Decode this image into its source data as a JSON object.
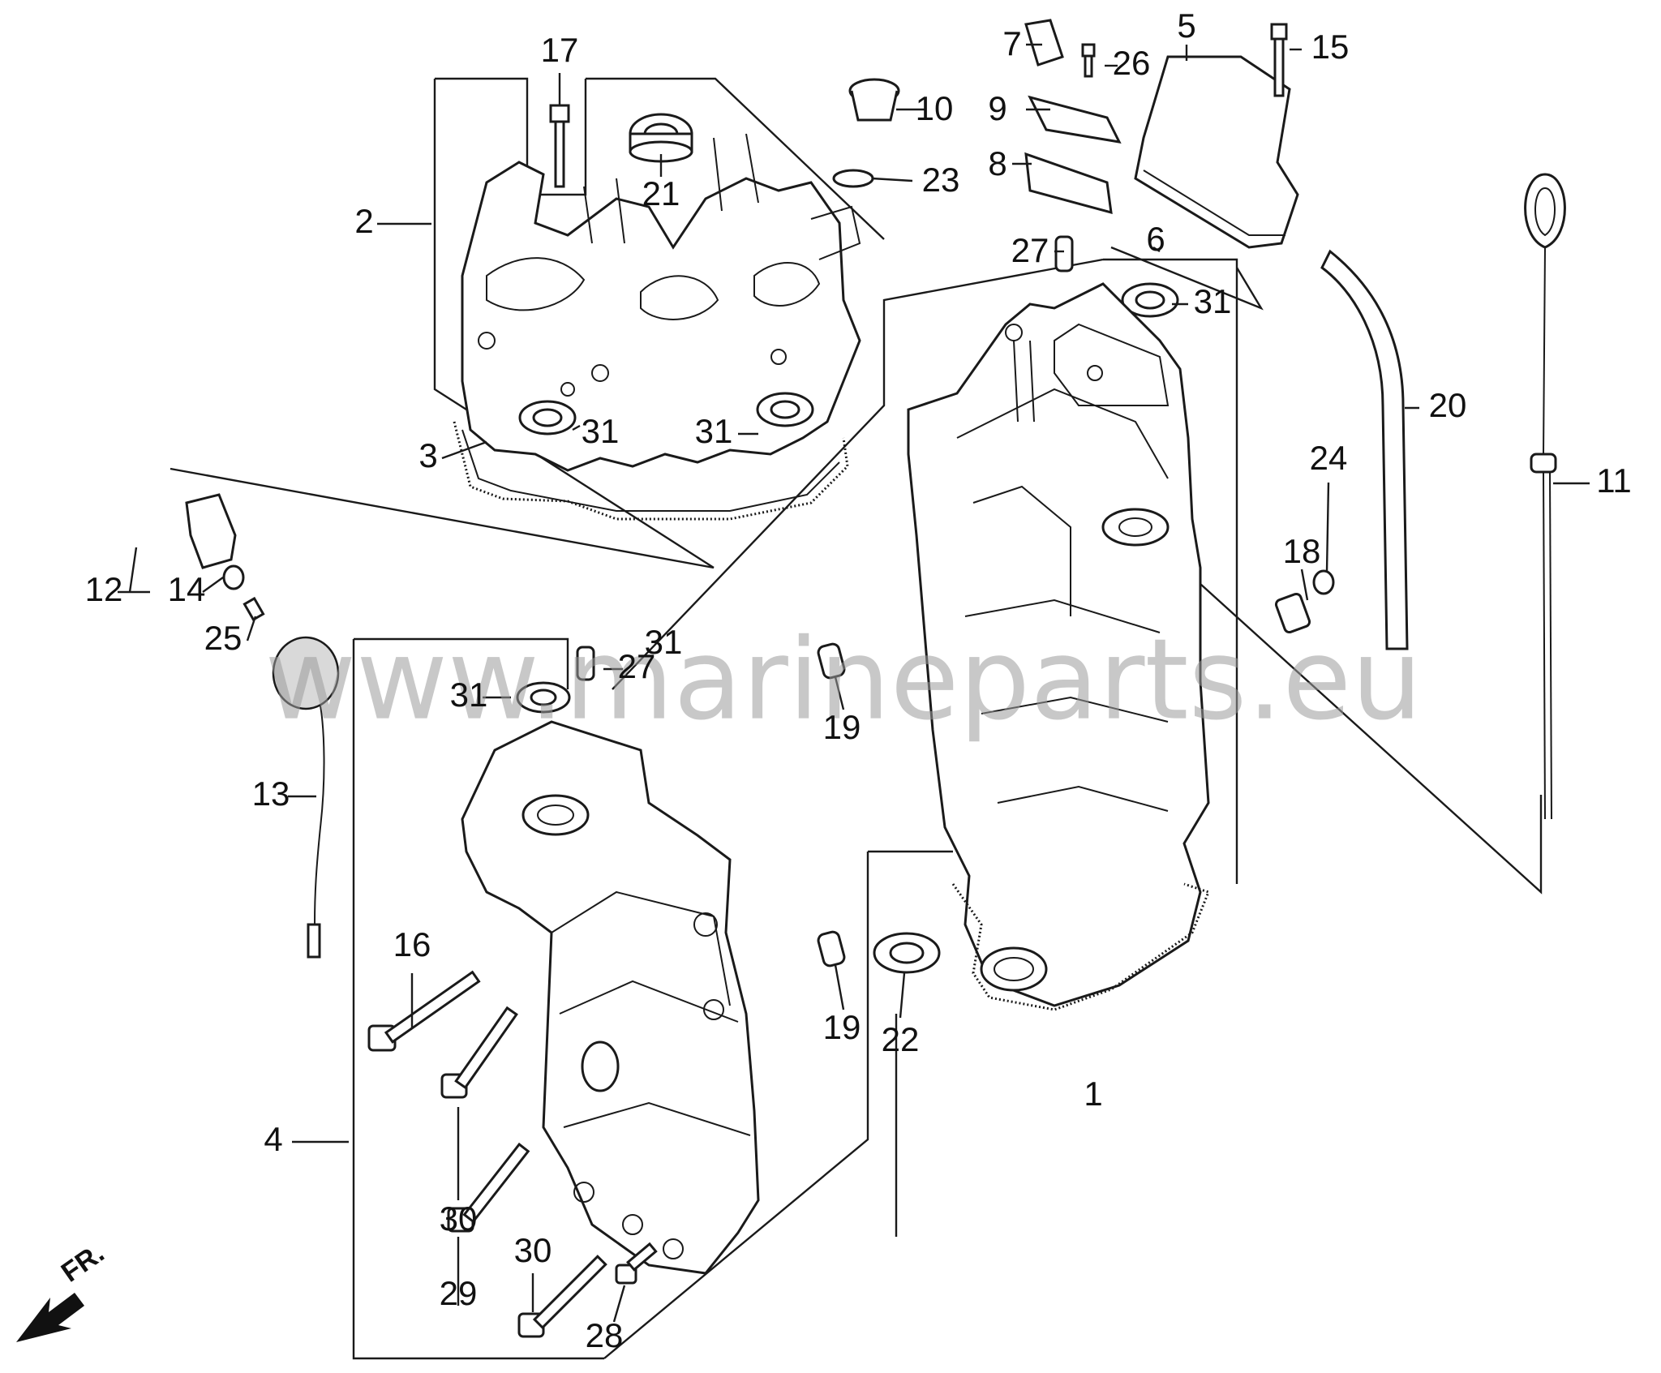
{
  "diagram": {
    "watermark": "www.marineparts.eu",
    "direction_marker": {
      "icon": "front-direction-arrow-icon",
      "label": "FR."
    },
    "callouts": [
      "1",
      "2",
      "3",
      "4",
      "5",
      "6",
      "7",
      "8",
      "9",
      "10",
      "11",
      "12",
      "13",
      "14",
      "15",
      "16",
      "17",
      "18",
      "19",
      "19",
      "20",
      "21",
      "22",
      "23",
      "24",
      "25",
      "26",
      "27",
      "27",
      "28",
      "29",
      "30",
      "30",
      "31",
      "31",
      "31",
      "31",
      "31"
    ]
  }
}
